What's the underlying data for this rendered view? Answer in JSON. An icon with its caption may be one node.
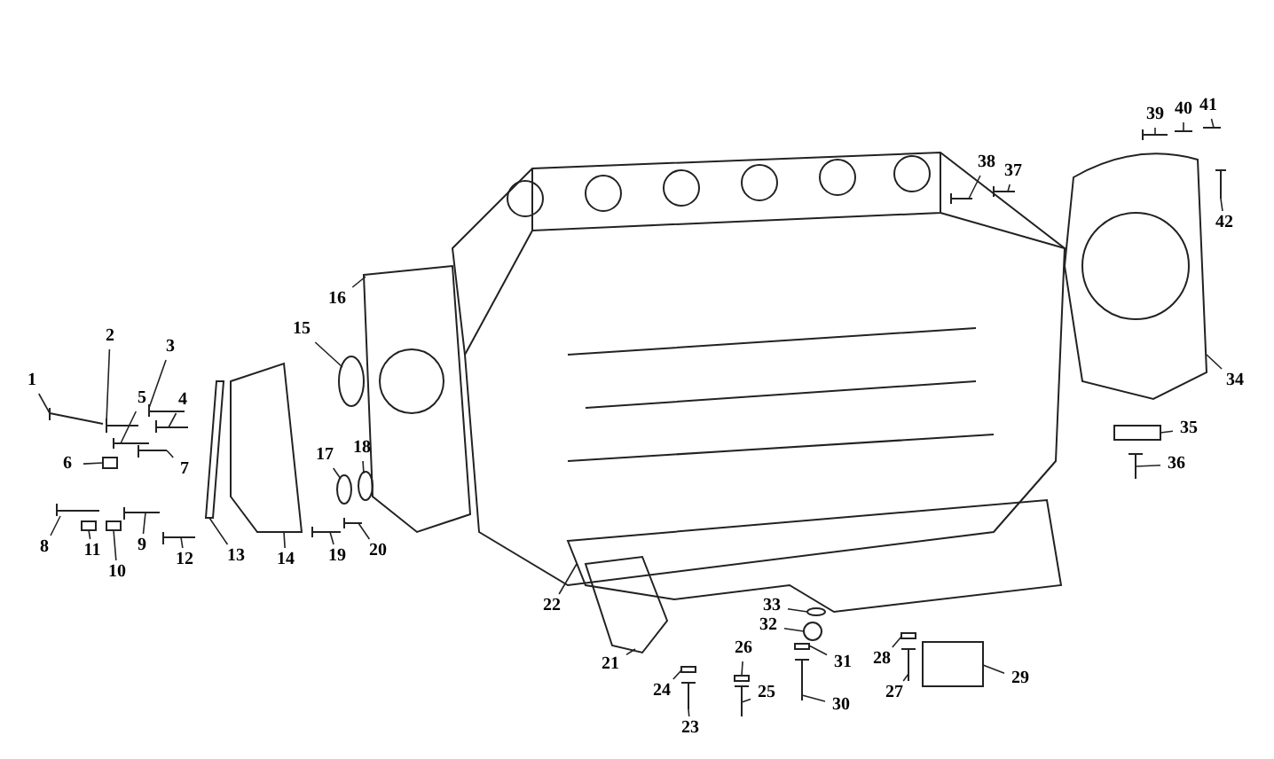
{
  "diagram": {
    "nodes": [
      {
        "text": [
          "1"
        ]
      },
      {
        "text": [
          "2"
        ]
      },
      {
        "text": [
          "3"
        ]
      },
      {
        "text": [
          "4"
        ]
      },
      {
        "text": [
          "5"
        ]
      },
      {
        "text": [
          "6"
        ]
      },
      {
        "text": [
          "7"
        ]
      },
      {
        "text": [
          "8"
        ]
      },
      {
        "text": [
          "9"
        ]
      },
      {
        "text": [
          "10"
        ]
      },
      {
        "text": [
          "11"
        ]
      },
      {
        "text": [
          "12"
        ]
      },
      {
        "text": [
          "13"
        ]
      },
      {
        "text": [
          "14"
        ]
      },
      {
        "text": [
          "15"
        ]
      },
      {
        "text": [
          "16"
        ]
      },
      {
        "text": [
          "17"
        ]
      },
      {
        "text": [
          "18"
        ]
      },
      {
        "text": [
          "19"
        ]
      },
      {
        "text": [
          "20"
        ]
      },
      {
        "text": [
          "21"
        ]
      },
      {
        "text": [
          "22"
        ]
      },
      {
        "text": [
          "23"
        ]
      },
      {
        "text": [
          "24"
        ]
      },
      {
        "text": [
          "25"
        ]
      },
      {
        "text": [
          "26"
        ]
      },
      {
        "text": [
          "27"
        ]
      },
      {
        "text": [
          "28"
        ]
      },
      {
        "text": [
          "29"
        ]
      },
      {
        "text": [
          "30"
        ]
      },
      {
        "text": [
          "31"
        ]
      },
      {
        "text": [
          "32"
        ]
      },
      {
        "text": [
          "33"
        ]
      },
      {
        "text": [
          "34"
        ]
      },
      {
        "text": [
          "35"
        ]
      },
      {
        "text": [
          "36"
        ]
      },
      {
        "text": [
          "37"
        ]
      },
      {
        "text": [
          "38"
        ]
      },
      {
        "text": [
          "39"
        ]
      },
      {
        "text": [
          "40"
        ]
      },
      {
        "text": [
          "41"
        ]
      },
      {
        "text": [
          "42"
        ]
      },
      {
        "text": [],
        "shape": "picture"
      },
      {
        "text": [],
        "shape": "picture"
      },
      {
        "text": [],
        "shape": "picture"
      },
      {
        "text": [],
        "shape": "picture"
      },
      {
        "text": [],
        "shape": "picture"
      },
      {
        "text": [],
        "shape": "box"
      },
      {
        "text": [],
        "shape": "picture"
      },
      {
        "text": [],
        "shape": "picture"
      },
      {
        "text": [],
        "shape": "picture"
      },
      {
        "text": [],
        "shape": "box"
      },
      {
        "text": [],
        "shape": "box"
      },
      {
        "text": [],
        "shape": "picture"
      },
      {
        "text": [],
        "shape": "picture"
      },
      {
        "text": [],
        "shape": "picture"
      },
      {
        "text": [],
        "shape": "picture"
      },
      {
        "text": [],
        "shape": "picture"
      },
      {
        "text": [],
        "shape": "picture"
      },
      {
        "text": [],
        "shape": "picture"
      },
      {
        "text": [],
        "shape": "picture"
      },
      {
        "text": [],
        "shape": "picture"
      },
      {
        "text": [],
        "shape": "picture"
      },
      {
        "text": [],
        "shape": "picture"
      },
      {
        "text": [],
        "shape": "picture"
      },
      {
        "text": [],
        "shape": "box"
      },
      {
        "text": [],
        "shape": "picture"
      },
      {
        "text": [],
        "shape": "box"
      },
      {
        "text": [],
        "shape": "picture"
      },
      {
        "text": [],
        "shape": "box"
      },
      {
        "text": [],
        "shape": "box"
      },
      {
        "text": [],
        "shape": "picture"
      },
      {
        "text": [],
        "shape": "box"
      },
      {
        "text": [],
        "shape": "picture"
      },
      {
        "text": [],
        "shape": "picture"
      },
      {
        "text": [],
        "shape": "picture"
      },
      {
        "text": [],
        "shape": "box"
      },
      {
        "text": [],
        "shape": "picture"
      },
      {
        "text": [],
        "shape": "picture"
      },
      {
        "text": [],
        "shape": "picture"
      },
      {
        "text": [],
        "shape": "picture"
      },
      {
        "text": [],
        "shape": "picture"
      },
      {
        "text": [],
        "shape": "picture"
      },
      {
        "text": [],
        "shape": "picture"
      }
    ],
    "edges": [
      {
        "from": 0,
        "to": 42,
        "arrow": "none"
      },
      {
        "from": 1,
        "to": 43,
        "arrow": "none"
      },
      {
        "from": 2,
        "to": 44,
        "arrow": "none"
      },
      {
        "from": 3,
        "to": 45,
        "arrow": "none"
      },
      {
        "from": 4,
        "to": 46,
        "arrow": "none"
      },
      {
        "from": 5,
        "to": 47,
        "arrow": "none"
      },
      {
        "from": 6,
        "to": 48,
        "arrow": "none"
      },
      {
        "from": 7,
        "to": 49,
        "arrow": "none"
      },
      {
        "from": 8,
        "to": 50,
        "arrow": "none"
      },
      {
        "from": 9,
        "to": 51,
        "arrow": "none"
      },
      {
        "from": 10,
        "to": 52,
        "arrow": "none"
      },
      {
        "from": 11,
        "to": 53,
        "arrow": "none"
      },
      {
        "from": 12,
        "to": 54,
        "arrow": "none"
      },
      {
        "from": 13,
        "to": 55,
        "arrow": "none"
      },
      {
        "from": 14,
        "to": 56,
        "arrow": "none"
      },
      {
        "from": 15,
        "to": 57,
        "arrow": "none"
      },
      {
        "from": 16,
        "to": 58,
        "arrow": "none"
      },
      {
        "from": 17,
        "to": 59,
        "arrow": "none"
      },
      {
        "from": 18,
        "to": 60,
        "arrow": "none"
      },
      {
        "from": 19,
        "to": 61,
        "arrow": "none"
      },
      {
        "from": 20,
        "to": 62,
        "arrow": "none"
      },
      {
        "from": 21,
        "to": 63,
        "arrow": "none"
      },
      {
        "from": 22,
        "to": 64,
        "arrow": "none"
      },
      {
        "from": 23,
        "to": 65,
        "arrow": "none"
      },
      {
        "from": 24,
        "to": 66,
        "arrow": "none"
      },
      {
        "from": 25,
        "to": 67,
        "arrow": "none"
      },
      {
        "from": 26,
        "to": 68,
        "arrow": "none"
      },
      {
        "from": 27,
        "to": 69,
        "arrow": "none"
      },
      {
        "from": 28,
        "to": 70,
        "arrow": "none"
      },
      {
        "from": 29,
        "to": 71,
        "arrow": "none"
      },
      {
        "from": 30,
        "to": 72,
        "arrow": "none"
      },
      {
        "from": 31,
        "to": 73,
        "arrow": "none"
      },
      {
        "from": 32,
        "to": 74,
        "arrow": "none"
      },
      {
        "from": 33,
        "to": 75,
        "arrow": "none"
      },
      {
        "from": 34,
        "to": 76,
        "arrow": "none"
      },
      {
        "from": 35,
        "to": 77,
        "arrow": "none"
      },
      {
        "from": 36,
        "to": 78,
        "arrow": "none"
      },
      {
        "from": 37,
        "to": 79,
        "arrow": "none"
      },
      {
        "from": 38,
        "to": 80,
        "arrow": "none"
      },
      {
        "from": 39,
        "to": 81,
        "arrow": "none"
      },
      {
        "from": 40,
        "to": 82,
        "arrow": "none"
      },
      {
        "from": 41,
        "to": 83,
        "arrow": "none"
      }
    ]
  }
}
